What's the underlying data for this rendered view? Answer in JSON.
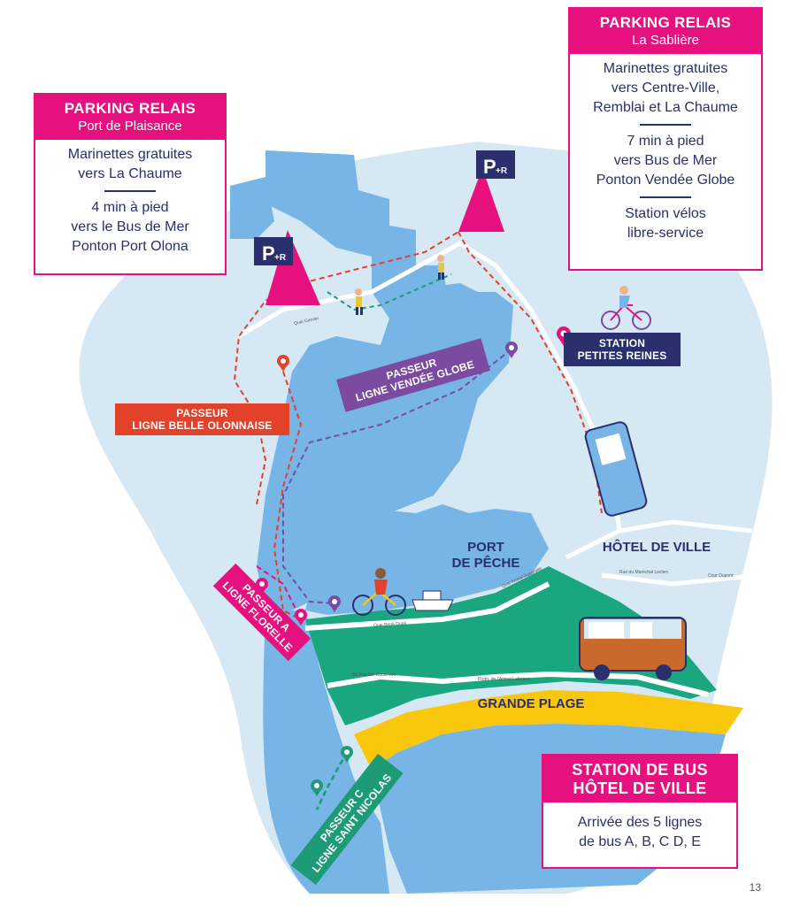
{
  "parking_plaisance": {
    "title": "PARKING RELAIS",
    "subtitle": "Port de Plaisance",
    "line1": "Marinettes gratuites",
    "line2": "vers La Chaume",
    "line3": "4 min à pied",
    "line4": "vers le Bus de Mer",
    "line5": "Ponton Port Olona"
  },
  "parking_sabliere": {
    "title": "PARKING RELAIS",
    "subtitle": "La Sablière",
    "line1": "Marinettes gratuites",
    "line2": "vers Centre-Ville,",
    "line3": "Remblai et La Chaume",
    "line4": "7 min à pied",
    "line5": "vers Bus de Mer",
    "line6": "Ponton Vendée Globe",
    "line7": "Station vélos",
    "line8": "libre-service"
  },
  "station_bus": {
    "title1": "STATION DE BUS",
    "title2": "HÔTEL DE VILLE",
    "line1": "Arrivée des 5 lignes",
    "line2": "de bus A, B, C D, E"
  },
  "tags": {
    "petites_reines_1": "STATION",
    "petites_reines_2": "PETITES REINES",
    "belle_olonnaise_1": "PASSEUR",
    "belle_olonnaise_2": "LIGNE BELLE OLONNAISE",
    "vendee_globe_1": "PASSEUR",
    "vendee_globe_2": "LIGNE VENDÉE GLOBE",
    "florelle_1": "PASSEUR A",
    "florelle_2": "LIGNE FLORELLE",
    "saint_nicolas_1": "PASSEUR C",
    "saint_nicolas_2": "LIGNE SAINT NICOLAS"
  },
  "labels": {
    "hotel_de_ville": "HÔTEL DE VILLE",
    "port_peche_1": "PORT",
    "port_peche_2": "DE PÊCHE",
    "grande_plage": "GRANDE PLAGE",
    "parking_icon_p": "P",
    "parking_icon_r": "+R"
  },
  "streets": {
    "quai_bene_dupe": "Quai René Dupé",
    "bd_roosevelt": "Bd Franklin Roosevelt",
    "prom_lafargue": "Prom. de l'Amiral Lafargue",
    "quai_guine": "Quai Amiral Guépratte",
    "cour_dupont": "Cour Dupont",
    "rue_marechal": "Rue du Maréchal Leclerc",
    "quai_garnier": "Quai Garnier"
  },
  "colors": {
    "sea_light": "#d7e8f5",
    "water": "#76b5e5",
    "land_green": "#1aa77f",
    "beach": "#f9c80c",
    "pink": "#e6117f",
    "navy": "#2a2f6e",
    "purple": "#7b4aa1",
    "red": "#e4412b",
    "teal": "#1d9b76"
  },
  "page_number": "13"
}
